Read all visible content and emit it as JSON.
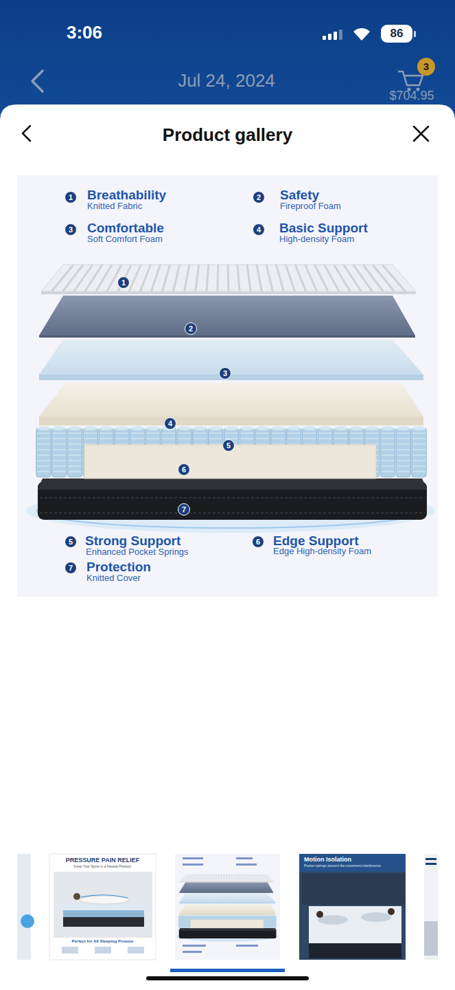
{
  "diagram": {
    "nodes": [
      {
        "text": [
          "3:06",
          "Jul 24, 2024",
          "$704.95"
        ]
      },
      {
        "text": [
          "86"
        ],
        "in": 0
      },
      {
        "text": [
          "3"
        ],
        "in": 0
      },
      {
        "text": [
          "Product gallery"
        ]
      },
      {
        "text": [
          "1"
        ],
        "in": 3
      },
      {
        "text": [
          "2"
        ],
        "in": 3
      },
      {
        "text": [
          "3"
        ],
        "in": 3
      },
      {
        "text": [
          "4"
        ],
        "in": 3
      },
      {
        "text": [
          "1"
        ],
        "in": 3
      },
      {
        "text": [
          "2"
        ],
        "in": 3
      },
      {
        "text": [
          "3"
        ],
        "in": 3
      },
      {
        "text": [
          "4"
        ],
        "in": 3
      },
      {
        "text": [
          "5"
        ],
        "in": 3
      },
      {
        "text": [
          "6"
        ],
        "in": 3
      },
      {
        "text": [
          "7"
        ],
        "in": 3
      },
      {
        "text": [
          "5"
        ],
        "in": 3
      },
      {
        "text": [
          "6"
        ],
        "in": 3
      },
      {
        "text": [
          "7"
        ],
        "in": 3
      },
      {
        "text": [
          "PRESSURE PAIN RELIEF",
          "Keep Your Spine in a Neutral Position",
          "Perfect for All Sleeping Posture"
        ],
        "in": 3
      },
      {
        "text": [
          "Motion Isolation",
          "Pocket springs prevent the movement interference"
        ],
        "in": 3
      }
    ],
    "labels": [
      "Breathability",
      "Knitted Fabric",
      "Safety",
      "Fireproof Foam",
      "Comfortable",
      "Soft Comfort Foam",
      "Basic Support",
      "High-density Foam",
      "Strong Support",
      "Enhanced Pocket Springs",
      "Edge Support",
      "Edge High-density Foam",
      "Protection",
      "Knitted Cover"
    ]
  }
}
